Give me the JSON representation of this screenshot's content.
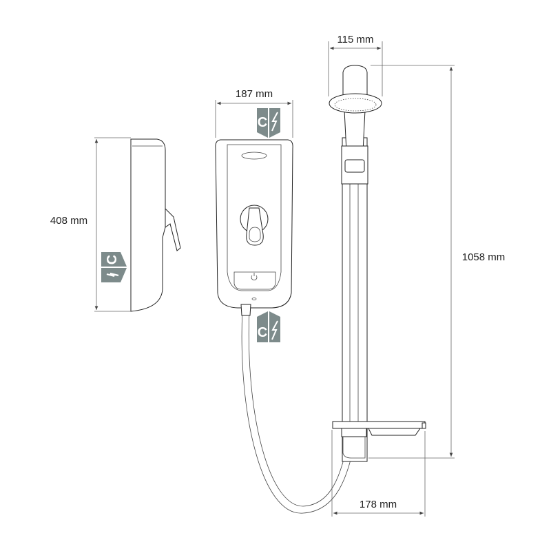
{
  "dimensions": {
    "height_unit": "408 mm",
    "width_unit": "187 mm",
    "width_head": "115 mm",
    "height_rail": "1058 mm",
    "depth_tray": "178 mm"
  },
  "badges": {
    "cable_letter": "C",
    "icons": [
      "cable-entry-icon",
      "lightning-icon"
    ]
  },
  "colors": {
    "badge": "#7d8b8b",
    "line": "#222222"
  }
}
